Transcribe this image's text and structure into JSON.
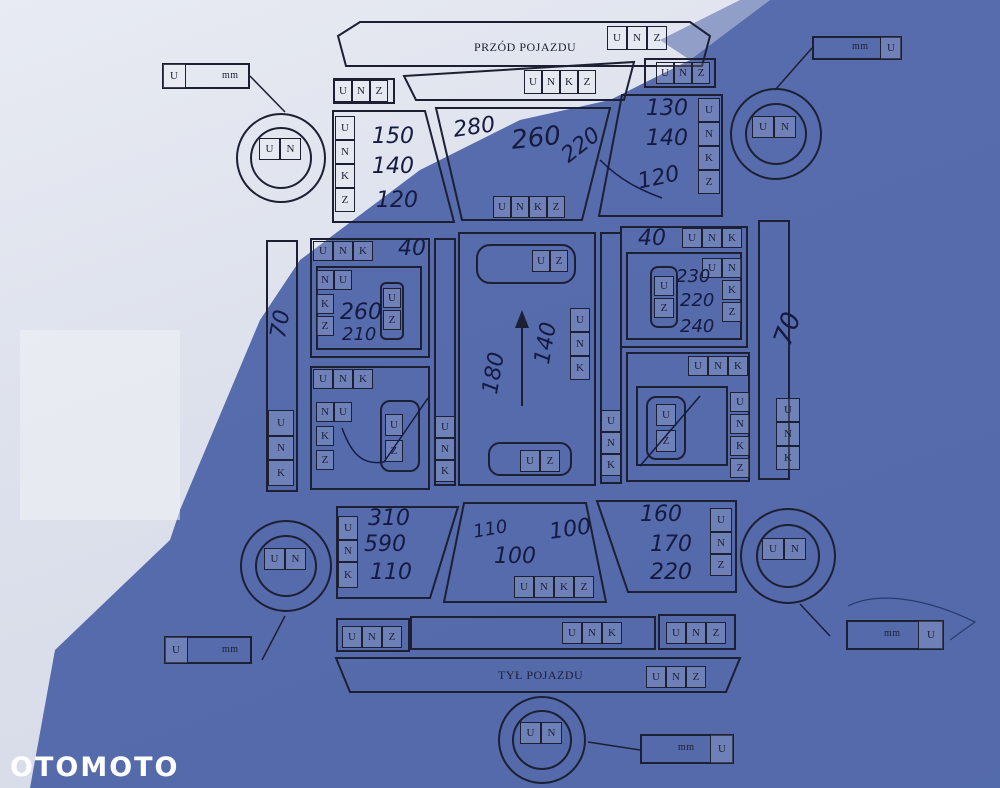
{
  "labels": {
    "front": "PRZÓD POJAZDU",
    "rear": "TYŁ POJAZDU",
    "U": "U",
    "N": "N",
    "K": "K",
    "Z": "Z",
    "mm": "mm"
  },
  "handwritten": {
    "left_front_fender": [
      "150",
      "140",
      "120"
    ],
    "hood": [
      "280",
      "260",
      "220"
    ],
    "right_front_fender": [
      "130",
      "140",
      "120"
    ],
    "left_front_door_top": "40",
    "right_front_door_top": "40",
    "left_front_door": [
      "260",
      "210"
    ],
    "right_front_door": [
      "230",
      "220",
      "240"
    ],
    "left_sill": "70",
    "right_sill": "70",
    "roof": [
      "180",
      "140"
    ],
    "left_rear_fender": [
      "310",
      "590",
      "110"
    ],
    "trunk": [
      "110",
      "100",
      "100"
    ],
    "right_rear_fender": [
      "160",
      "170",
      "220"
    ]
  },
  "brand": {
    "logo": "OTOMOTO"
  },
  "colors": {
    "ink": "#1d1f33",
    "pen": "#151a40",
    "paper": "#e8ebf3",
    "shadow": "#2f4a9a"
  }
}
